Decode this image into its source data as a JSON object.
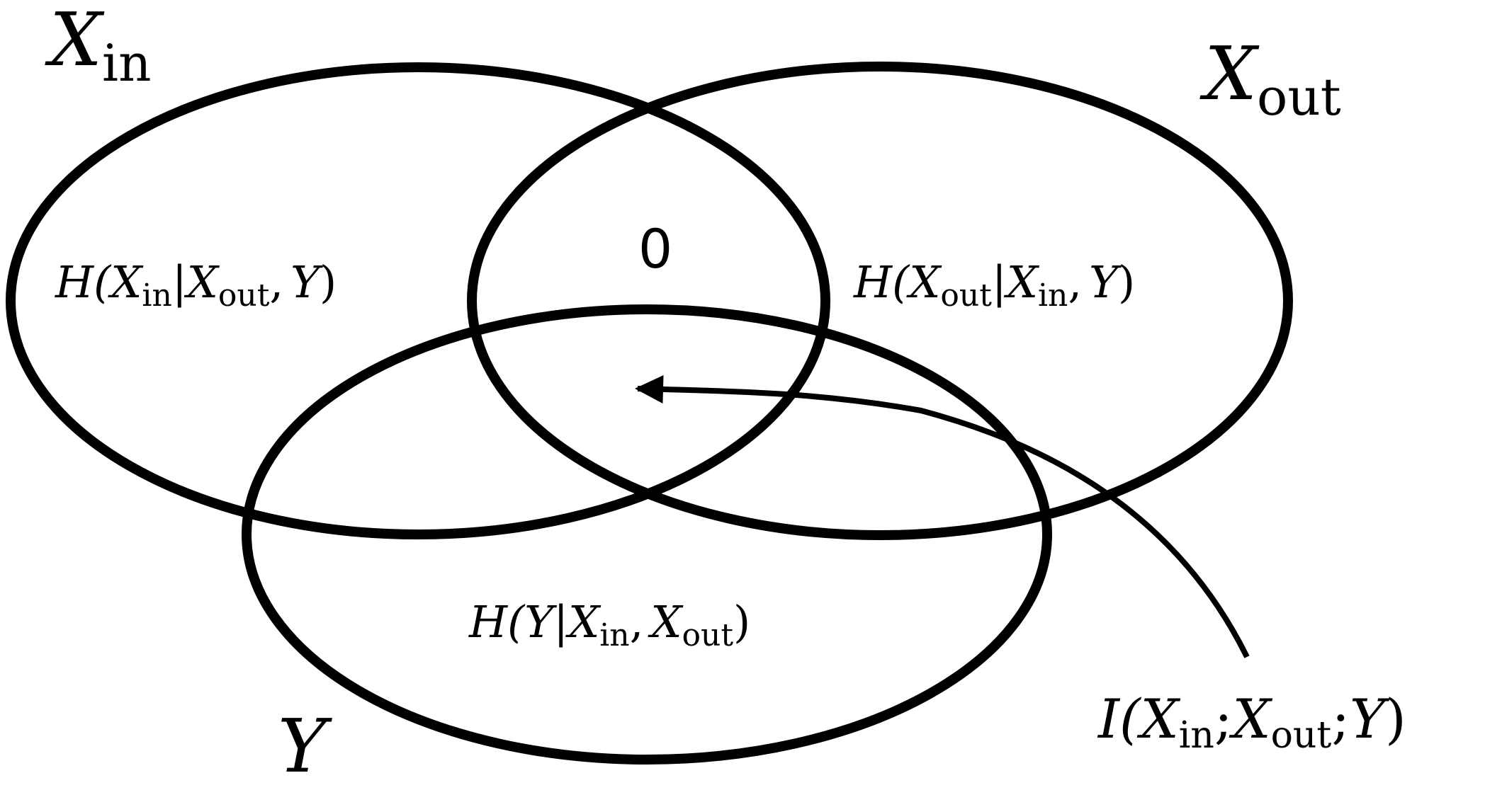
{
  "diagram": {
    "sets": {
      "x_in": {
        "symbol": "X",
        "subscript": "in"
      },
      "x_out": {
        "symbol": "X",
        "subscript": "out"
      },
      "y": {
        "symbol": "Y"
      }
    },
    "regions": {
      "x_in_only": {
        "open": "H(",
        "v1": "X",
        "v1_sub": "in",
        "bar": "|",
        "v2": "X",
        "v2_sub": "out",
        "sep": ",",
        "v3": "Y",
        "close": ")"
      },
      "x_out_only": {
        "open": "H(",
        "v1": "X",
        "v1_sub": "out",
        "bar": "|",
        "v2": "X",
        "v2_sub": "in",
        "sep": ",",
        "v3": "Y",
        "close": ")"
      },
      "y_only": {
        "open": "H(",
        "v1": "Y",
        "bar": "|",
        "v2": "X",
        "v2_sub": "in",
        "sep": ",",
        "v3": "X",
        "v3_sub": "out",
        "close": ")"
      },
      "x_in_x_out_only": "0"
    },
    "annotation": {
      "open": "I(",
      "v1": "X",
      "v1_sub": "in",
      "sep1": ";",
      "v2": "X",
      "v2_sub": "out",
      "sep2": ";",
      "v3": "Y",
      "close": ")"
    }
  }
}
